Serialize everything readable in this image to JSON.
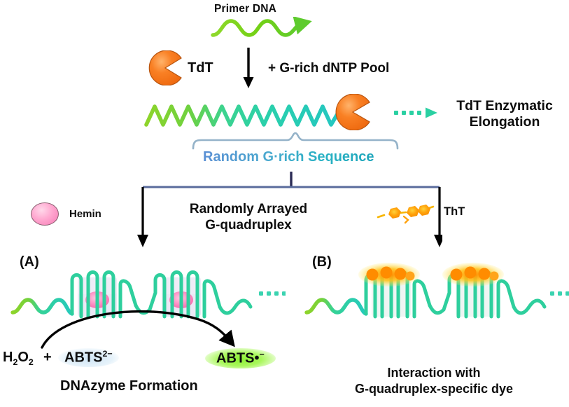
{
  "figure": {
    "title": "TdT enzymatic elongation producing randomly arrayed G-quadruplex and its two detection routes",
    "background_color": "#ffffff"
  },
  "colors": {
    "primer_green": "#7ed321",
    "strand_teal": "#2fd9a8",
    "strand_cyan": "#26c9c0",
    "tdt_orange": "#f4751f",
    "hemin_pink": "#ffa8d0",
    "tht_orange": "#ffa500",
    "brace_blue": "#4aa9cf",
    "arrow_black": "#000000",
    "abts_glow_green": "#8cf233",
    "abts_sub_blue": "#cde4f5"
  },
  "top": {
    "primer_label": "Primer DNA",
    "primer_icon": "green-wavy-dna-arrow"
  },
  "enzyme_row": {
    "tdt_label": "TdT",
    "tdt_icon": "orange-pacman-enzyme",
    "dntp_label": "+ G-rich dNTP Pool",
    "down_arrow_icon": "down-arrow"
  },
  "elongation": {
    "strand_icon": "green-to-teal-wavy-strand",
    "tdt_icon": "orange-pacman-enzyme",
    "dotted_arrow_icon": "green-dotted-right-arrow",
    "label_line1": "TdT Enzymatic",
    "label_line2": "Elongation"
  },
  "brace": {
    "icon": "curly-brace-up",
    "label": "Random G·rich Sequence"
  },
  "branch": {
    "connector_icon": "t-junction-connector",
    "label_line1": "Randomly Arrayed",
    "label_line2": "G-quadruplex",
    "left_arrow_icon": "down-arrow",
    "right_arrow_icon": "down-arrow"
  },
  "reagents": {
    "hemin": {
      "label": "Hemin",
      "icon": "pink-hemin-ellipse"
    },
    "tht": {
      "label": "ThT",
      "icon": "orange-tht-molecule"
    }
  },
  "panel_a": {
    "tag": "(A)",
    "structure_icon": "g-quadruplex-with-hemin",
    "continuation_icon": "teal-ellipsis-dots",
    "curved_arrow_icon": "black-curved-arrow",
    "reactant_h2o2": "H2O2",
    "reactant_plus": "+",
    "reactant_abts": "ABTS2-",
    "product_abts": "ABTS•-",
    "caption": "DNAzyme Formation"
  },
  "panel_b": {
    "tag": "(B)",
    "structure_icon": "g-quadruplex-with-tht",
    "continuation_icon": "teal-ellipsis-dots",
    "caption_line1": "Interaction with",
    "caption_line2": "G-quadruplex-specific dye"
  }
}
